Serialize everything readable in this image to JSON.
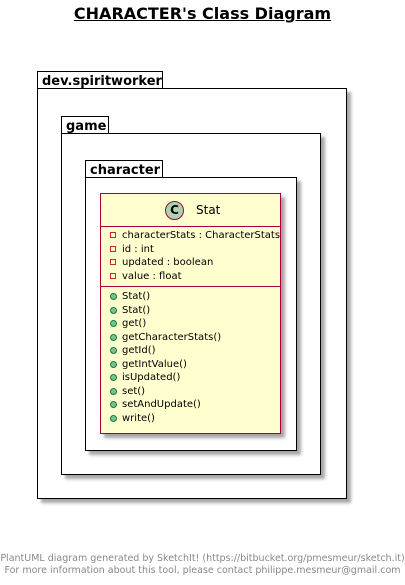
{
  "title": "CHARACTER's Class Diagram",
  "packages": [
    {
      "name": "dev.spiritworker"
    },
    {
      "name": "game"
    },
    {
      "name": "character"
    }
  ],
  "class": {
    "stereotype_letter": "C",
    "name": "Stat",
    "fields": [
      {
        "visibility": "private",
        "text": "characterStats : CharacterStats"
      },
      {
        "visibility": "private",
        "text": "id : int"
      },
      {
        "visibility": "private",
        "text": "updated : boolean"
      },
      {
        "visibility": "private",
        "text": "value : float"
      }
    ],
    "methods": [
      {
        "visibility": "public",
        "text": "Stat()"
      },
      {
        "visibility": "public",
        "text": "Stat()"
      },
      {
        "visibility": "public",
        "text": "get()"
      },
      {
        "visibility": "public",
        "text": "getCharacterStats()"
      },
      {
        "visibility": "public",
        "text": "getId()"
      },
      {
        "visibility": "public",
        "text": "getIntValue()"
      },
      {
        "visibility": "public",
        "text": "isUpdated()"
      },
      {
        "visibility": "public",
        "text": "set()"
      },
      {
        "visibility": "public",
        "text": "setAndUpdate()"
      },
      {
        "visibility": "public",
        "text": "write()"
      }
    ]
  },
  "footer": {
    "line1": "PlantUML diagram generated by SketchIt! (https://bitbucket.org/pmesmeur/sketch.it)",
    "line2": "For more information about this tool, please contact philippe.mesmeur@gmail.com"
  },
  "colors": {
    "class_fill": "#FEFECE",
    "class_border": "#A80036",
    "stereotype_circle": "#ADD1B2",
    "private_marker": "#C82930",
    "public_marker": "#84BE84"
  }
}
